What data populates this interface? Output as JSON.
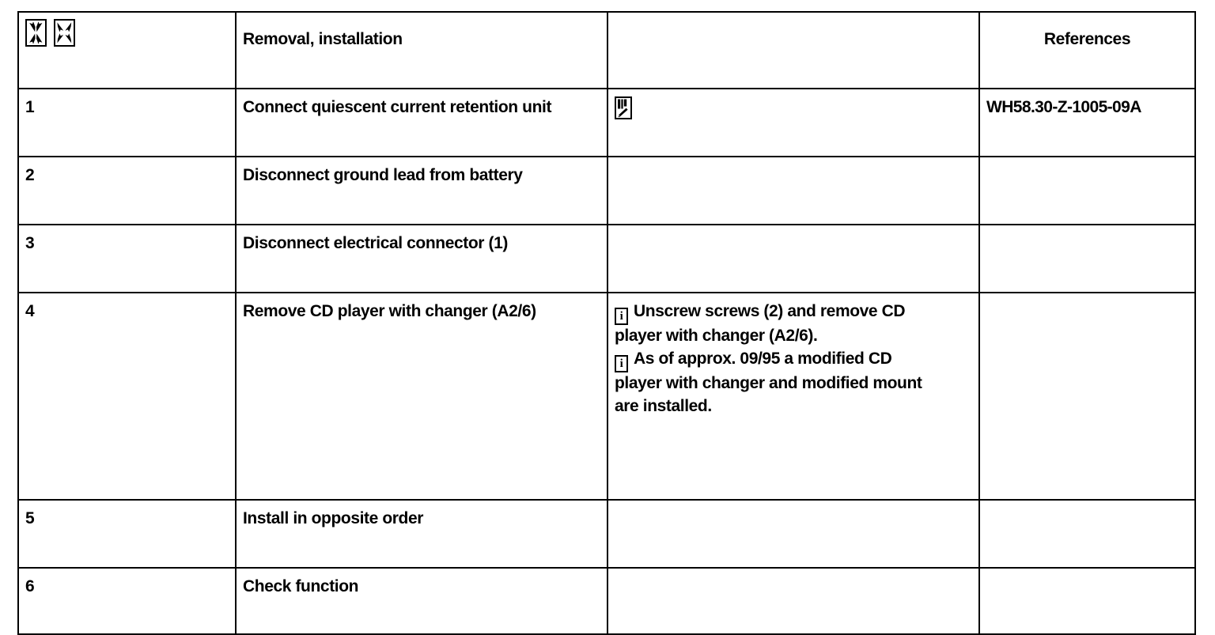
{
  "document": {
    "type": "workshop-procedure-table",
    "title": "Removal, installation procedure table"
  },
  "table": {
    "columns": [
      {
        "key": "step",
        "header": "",
        "header_icons": [
          "removal-arrows-outward-icon",
          "installation-arrows-inward-icon"
        ]
      },
      {
        "key": "operation",
        "header": "Removal, installation"
      },
      {
        "key": "notes",
        "header": ""
      },
      {
        "key": "references",
        "header": "References"
      }
    ],
    "header": {
      "icon_left_name": "removal-arrows-outward-icon",
      "icon_right_name": "installation-arrows-inward-icon",
      "operation_label": "Removal, installation",
      "notes_label": "",
      "references_label": "References"
    },
    "rows": [
      {
        "step": "1",
        "operation": "Connect quiescent current retention unit",
        "note_icon": "manual-page-icon",
        "notes": [],
        "references": "WH58.30-Z-1005-09A"
      },
      {
        "step": "2",
        "operation": "Disconnect ground lead from battery",
        "note_icon": "",
        "notes": [],
        "references": ""
      },
      {
        "step": "3",
        "operation": "Disconnect electrical connector (1)",
        "note_icon": "",
        "notes": [],
        "references": ""
      },
      {
        "step": "4",
        "operation": "Remove CD player with changer (A2/6)",
        "note_icon": "",
        "notes": [
          {
            "icon": "info-icon",
            "lines": [
              "Unscrew screws (2) and remove CD",
              "player with changer (A2/6)."
            ]
          },
          {
            "icon": "info-icon",
            "lines": [
              "As of approx. 09/95 a modified CD",
              "player with changer and modified mount",
              "are installed."
            ]
          }
        ],
        "references": ""
      },
      {
        "step": "5",
        "operation": "Install in opposite order",
        "note_icon": "",
        "notes": [],
        "references": ""
      },
      {
        "step": "6",
        "operation": "Check function",
        "note_icon": "",
        "notes": [],
        "references": ""
      }
    ]
  },
  "colors": {
    "ink": "#000000",
    "paper": "#ffffff"
  }
}
